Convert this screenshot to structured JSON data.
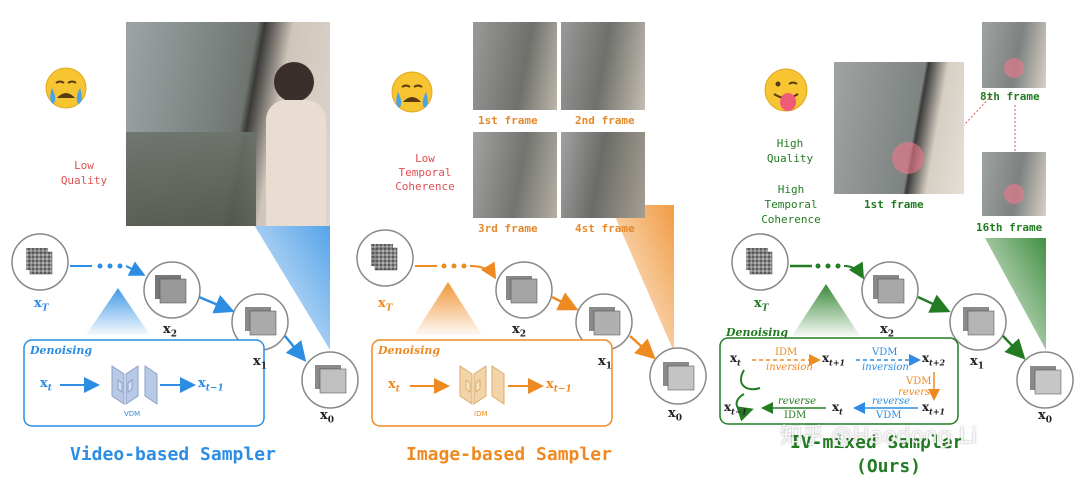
{
  "colors": {
    "blue": "#2d8de3",
    "orange": "#ee8a22",
    "green": "#237c23",
    "red": "#e05050"
  },
  "left": {
    "quality_label": "Low\nQuality",
    "title": "Video-based Sampler",
    "xT": "x",
    "xT_sub": "T",
    "x2": "x",
    "x2_sub": "2",
    "x1": "x",
    "x1_sub": "1",
    "x0": "x",
    "x0_sub": "0",
    "denoising": "Denoising",
    "xt": "x",
    "xt_sub": "t",
    "xt1": "x",
    "xt1_sub": "t−1",
    "model": "VDM"
  },
  "middle": {
    "quality_label": "Low\nTemporal\nCoherence",
    "frame1": "1st frame",
    "frame2": "2nd frame",
    "frame3": "3rd frame",
    "frame4": "4st frame",
    "title": "Image-based Sampler",
    "xT": "x",
    "xT_sub": "T",
    "x2": "x",
    "x2_sub": "2",
    "x1": "x",
    "x1_sub": "1",
    "x0": "x",
    "x0_sub": "0",
    "denoising": "Denoising",
    "xt": "x",
    "xt_sub": "t",
    "xt1": "x",
    "xt1_sub": "t−1",
    "model": "IDM"
  },
  "right": {
    "quality_label_1": "High\nQuality",
    "quality_label_2": "High\nTemporal\nCoherence",
    "frame1": "1st frame",
    "frame8": "8th frame",
    "frame16": "16th frame",
    "title_line1": "IV-mixed Sampler",
    "title_line2": "(Ours)",
    "xT": "x",
    "xT_sub": "T",
    "x2": "x",
    "x2_sub": "2",
    "x1": "x",
    "x1_sub": "1",
    "x0": "x",
    "x0_sub": "0",
    "denoising": "Denoising",
    "xt": "x",
    "xt_sub": "t",
    "xt_plus1": "x",
    "xt_plus1_sub": "t+1",
    "xt_plus2": "x",
    "xt_plus2_sub": "t+2",
    "xt_plus1b": "x",
    "xt_plus1b_sub": "t+1",
    "xt_b": "x",
    "xt_b_sub": "t",
    "xt_minus1": "x",
    "xt_minus1_sub": "t−1",
    "idm_inv_1": "IDM",
    "idm_inv_2": "inversion",
    "vdm_inv_1": "VDM",
    "vdm_inv_2": "inversion",
    "vdm_rev_1": "VDM",
    "vdm_rev_2": "reverse",
    "vdm_rev2_1": "reverse",
    "vdm_rev2_2": "VDM",
    "idm_rev_1": "reverse",
    "idm_rev_2": "IDM"
  },
  "watermark": "知乎 @Haodong Li"
}
